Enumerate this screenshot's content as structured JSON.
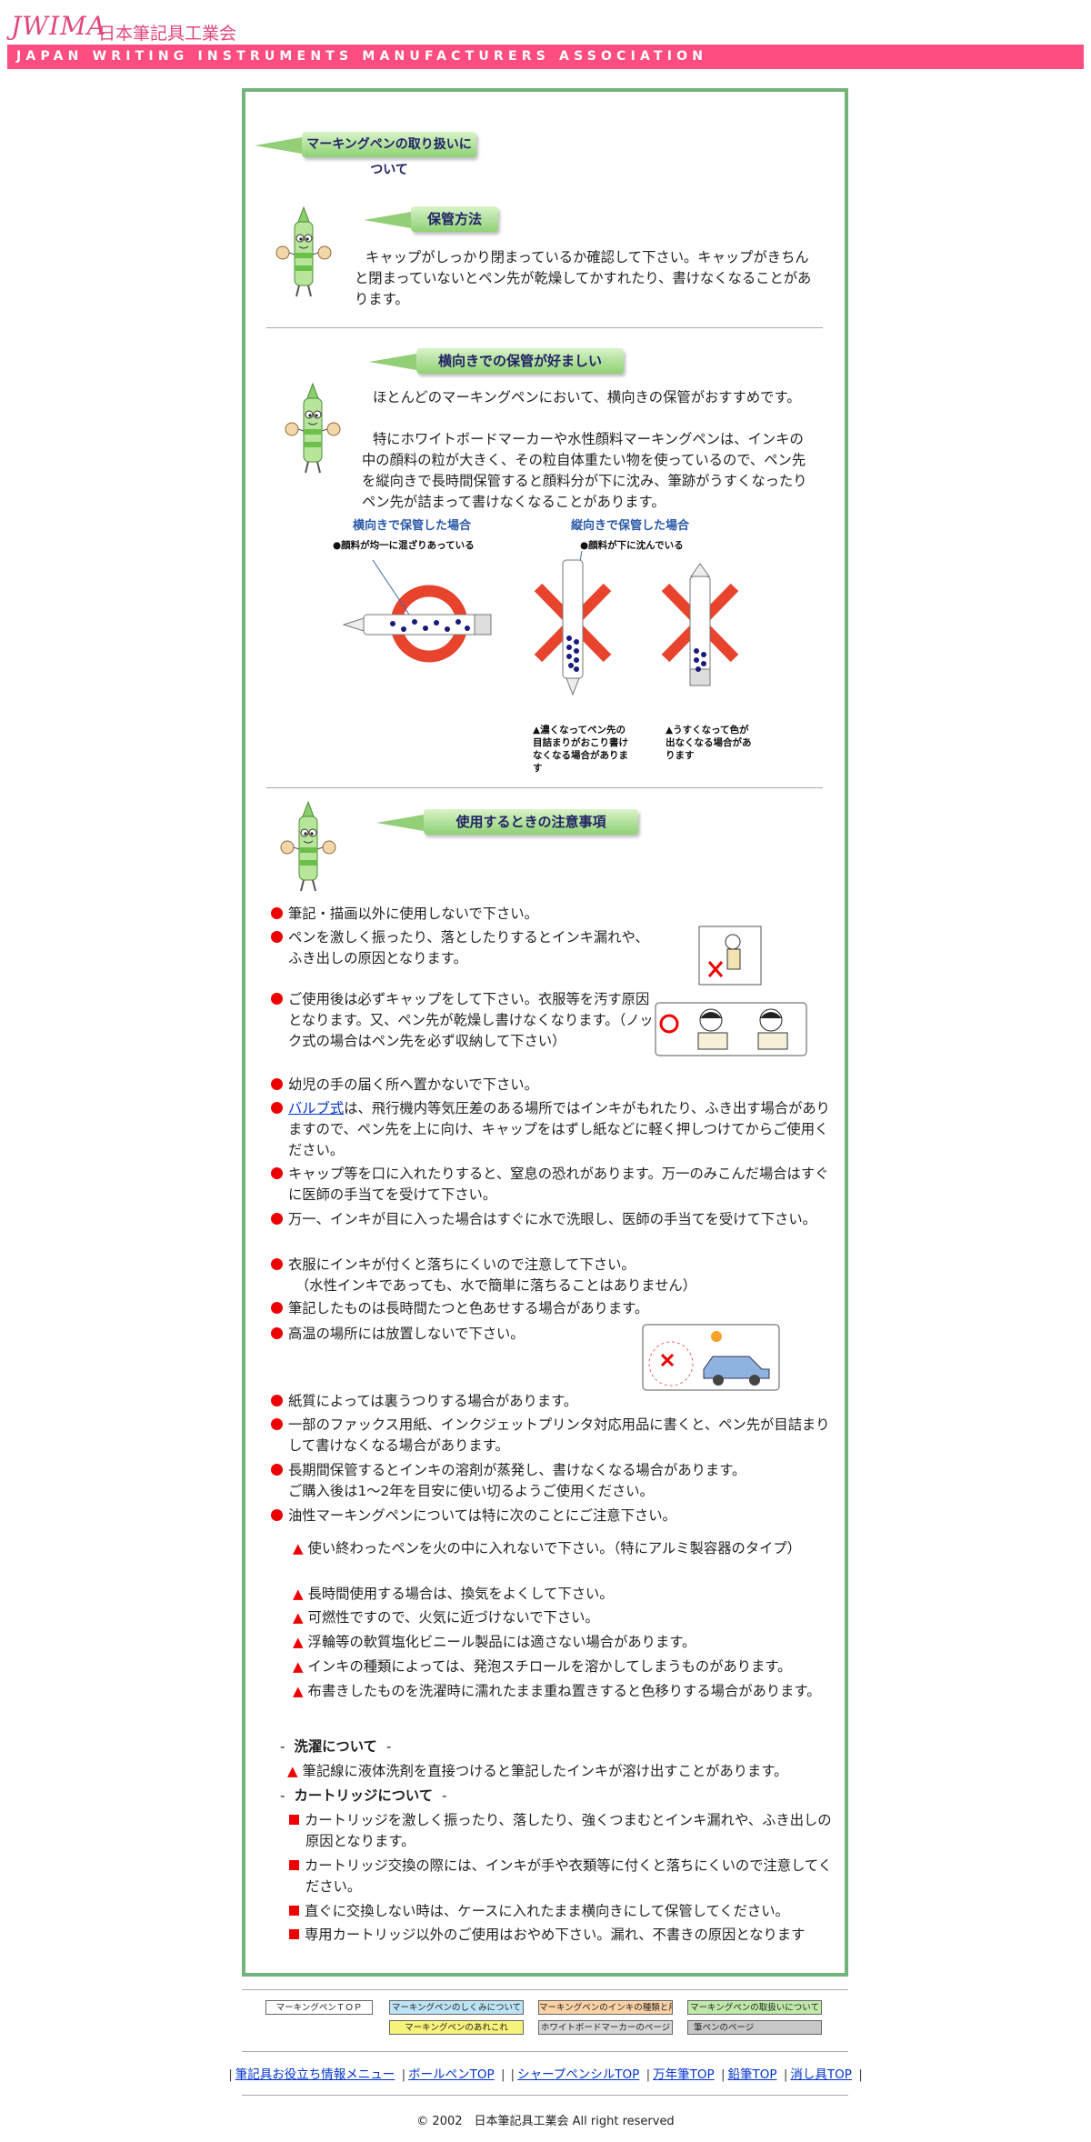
{
  "header": {
    "logo_text": "JWIMA",
    "org_name": "日本筆記具工業会",
    "banner": "JAPAN WRITING INSTRUMENTS MANUFACTURERS ASSOCIATION"
  },
  "page_title": "マーキングペンの取り扱いについて",
  "section1": {
    "tab": "保管方法",
    "text": "キャップがしっかり閉まっているか確認して下さい。キャップがきちんと閉まっていないとペン先が乾燥してかすれたり、書けなくなることがあります。"
  },
  "section2": {
    "tab": "横向きでの保管が好ましい",
    "text1": "ほとんどのマーキングペンにおいて、横向きの保管がおすすめです。",
    "text2": "特にホワイトボードマーカーや水性顔料マーキングペンは、インキの中の顔料の粒が大きく、その粒自体重たい物を使っているので、ペン先を縦向きで長時間保管すると顔料分が下に沈み、筆跡がうすくなったりペン先が詰まって書けなくなることがあります。",
    "diagram": {
      "horizontal_title": "横向きで保管した場合",
      "horizontal_label": "●顔料が均一に混ざりあっている",
      "vertical_title": "縦向きで保管した場合",
      "vertical_label": "●顔料が下に沈んでいる",
      "note1": "▲濃くなってペン先の目詰まりがおこり書けなくなる場合があります",
      "note2": "▲うすくなって色が出なくなる場合があります",
      "accent_ok": "#e8432c",
      "accent_ng": "#e8432c",
      "pigment_color": "#1a1a7a"
    }
  },
  "section3": {
    "tab": "使用するときの注意事項",
    "bullets": [
      "筆記・描画以外に使用しないで下さい。",
      "ペンを激しく振ったり、落としたりするとインキ漏れや、ふき出しの原因となります。",
      "ご使用後は必ずキャップをして下さい。衣服等を汚す原因となります。又、ペン先が乾燥し書けなくなります。（ノック式の場合はペン先を必ず収納して下さい）",
      "幼児の手の届く所へ置かないで下さい。",
      "は、飛行機内等気圧差のある場所ではインキがもれたり、ふき出す場合がありますので、ペン先を上に向け、キャップをはずし紙などに軽く押しつけてからご使用ください。",
      "キャップ等を口に入れたりすると、窒息の恐れがあります。万一のみこんだ場合はすぐに医師の手当てを受けて下さい。",
      "万一、インキが目に入った場合はすぐに水で洗眼し、医師の手当てを受けて下さい。",
      "衣服にインキが付くと落ちにくいので注意して下さい。",
      "筆記したものは長時間たつと色あせする場合があります。",
      "高温の場所には放置しないで下さい。",
      "紙質によっては裏うつりする場合があります。",
      "一部のファックス用紙、インクジェットプリンタ対応用品に書くと、ペン先が目詰まりして書けなくなる場合があります。",
      "長期間保管するとインキの溶剤が蒸発し、書けなくなる場合があります。",
      "油性マーキングペンについては特に次のことにご注意下さい。"
    ],
    "valve_link": "バルブ式",
    "bullet8_sub": "（水性インキであっても、水で簡単に落ちることはありません）",
    "bullet13_sub": "ご購入後は1〜2年を目安に使い切るようご使用ください。",
    "oil_items": [
      "使い終わったペンを火の中に入れないで下さい。（特にアルミ製容器のタイプ）",
      "長時間使用する場合は、換気をよくして下さい。",
      "可燃性ですので、火気に近づけないで下さい。",
      "浮輪等の軟質塩化ビニール製品には適さない場合があります。",
      "インキの種類によっては、発泡スチロールを溶かしてしまうものがあります。",
      "布書きしたものを洗濯時に濡れたまま重ね置きすると色移りする場合があります。"
    ],
    "wash_heading": "洗濯について",
    "wash_item": "筆記線に液体洗剤を直接つけると筆記したインキが溶け出すことがあります。",
    "cart_heading": "カートリッジについて",
    "cart_items": [
      "カートリッジを激しく振ったり、落したり、強くつまむとインキ漏れや、ふき出しの原因となります。",
      "カートリッジ交換の際には、インキが手や衣類等に付くと落ちにくいので注意してください。",
      "直ぐに交換しない時は、ケースに入れたまま横向きにして保管してください。",
      "専用カートリッジ以外のご使用はおやめ下さい。漏れ、不書きの原因となります"
    ]
  },
  "footer_nav": [
    {
      "label": "マーキングペンＴＯＰ",
      "color": "#ffffff"
    },
    {
      "label": "マーキングペンのしくみについて",
      "color": "#bde3f5"
    },
    {
      "label": "マーキングペンのインキの種類と用途",
      "color": "#fbd2a6"
    },
    {
      "label": "マーキングペンの取扱いについて",
      "color": "#bfe8a9"
    },
    {
      "label": "マーキングペンのあれこれ",
      "color": "#f7f37a"
    },
    {
      "label": "ホワイトボードマーカーのページ",
      "color": "#d6d6d6"
    },
    {
      "label": "筆ペンのページ",
      "color": "#c7c7c7"
    }
  ],
  "footer_links": [
    "筆記具お役立ち情報メニュー",
    "ボールペンTOP",
    "シャープペンシルTOP",
    "万年筆TOP",
    "鉛筆TOP",
    "消し具TOP"
  ],
  "copyright": "© 2002　日本筆記具工業会 All right reserved"
}
